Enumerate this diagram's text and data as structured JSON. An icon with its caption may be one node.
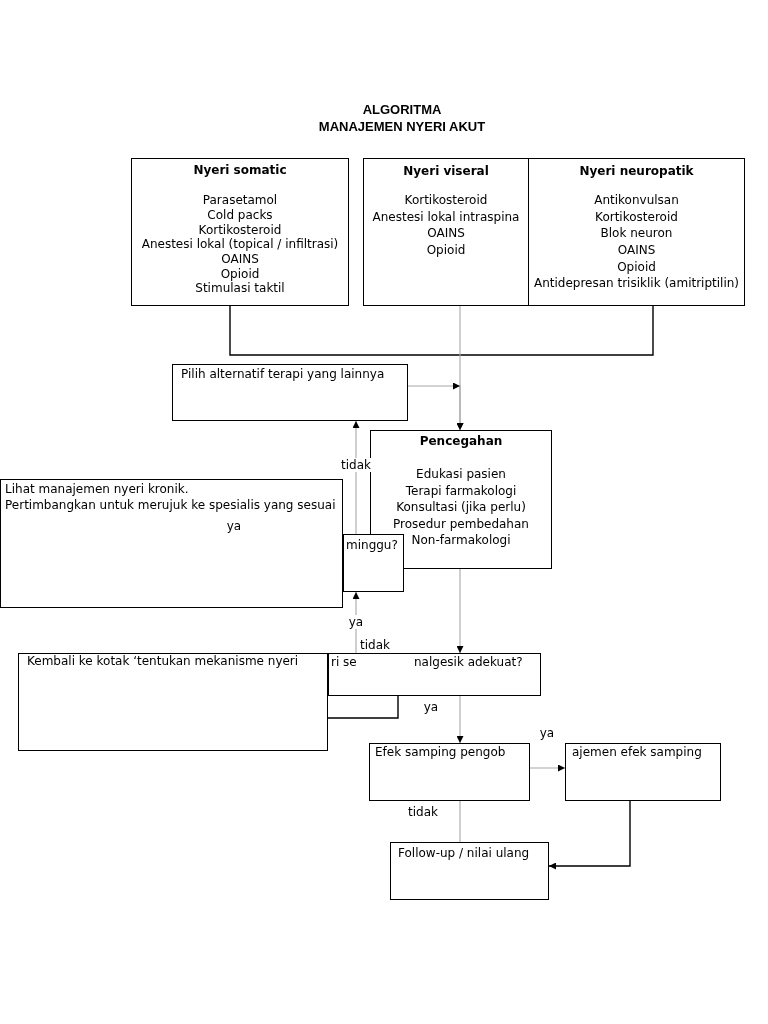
{
  "diagram": {
    "title": "ALGORITMA MANAJEMEN NYERI AKUT",
    "nodes": [
      {
        "text": [
          "Nyeri somatic",
          "Parasetamol",
          "Cold packs",
          "Kortikosteroid",
          "Anestesi lokal (topical / infiltrasi)",
          "OAINS",
          "Opioid",
          "Stimulasi taktil"
        ]
      },
      {
        "text": [
          "Nyeri viseral",
          "Kortikosteroid",
          "Anestesi lokal intraspina",
          "OAINS",
          "Opioid"
        ]
      },
      {
        "text": [
          "Nyeri neuropatik",
          "Antikonvulsan",
          "Kortikosteroid",
          "Blok neuron",
          "OAINS",
          "Opioid",
          "Antidepresan trisiklik (amitriptilin)"
        ]
      },
      {
        "text": [
          "Pilih alternatif terapi yang lainnya"
        ]
      },
      {
        "text": [
          "Pencegahan",
          "Edukasi pasien",
          "Terapi farmakologi",
          "Konsultasi (jika perlu)",
          "Prosedur pembedahan",
          "Non-farmakologi"
        ]
      },
      {
        "text": [
          "Lihat manajemen nyeri kronik.",
          "Pertimbangkan untuk merujuk ke spesialis yang sesuai"
        ]
      },
      {
        "text": [
          "minggu?"
        ]
      },
      {
        "text": [
          "Kembali ke kotak ‘tentukan mekanisme nyeri"
        ]
      },
      {
        "text": [
          "ri se",
          "nalgesik adekuat?"
        ]
      },
      {
        "text": [
          "Efek samping pengob"
        ]
      },
      {
        "text": [
          "ajemen efek samping"
        ]
      },
      {
        "text": [
          "Follow-up / nilai ulang"
        ]
      }
    ],
    "edges": [
      {
        "from": 0,
        "to": 2,
        "arrow": "none",
        "color": "#000000"
      },
      {
        "from": 1,
        "to": 4,
        "arrow": "to"
      },
      {
        "from": 3,
        "to": 4,
        "arrow": "to"
      },
      {
        "from": 6,
        "to": 3,
        "arrow": "to",
        "label": "tidak"
      },
      {
        "from": 4,
        "to": 8,
        "arrow": "to"
      },
      {
        "from": 8,
        "to": 6,
        "arrow": "to",
        "label": "ya"
      },
      {
        "from": 8,
        "to": 7,
        "arrow": "none",
        "color": "#000000"
      },
      {
        "from": 8,
        "to": 9,
        "arrow": "to",
        "label": "ya"
      },
      {
        "from": 9,
        "to": 10,
        "arrow": "to",
        "label": "ya"
      },
      {
        "from": 9,
        "to": 11,
        "arrow": "none",
        "label": "tidak"
      },
      {
        "from": 10,
        "to": 11,
        "arrow": "to",
        "color": "#000000"
      }
    ],
    "labels": [
      "ya",
      "tidak"
    ]
  }
}
